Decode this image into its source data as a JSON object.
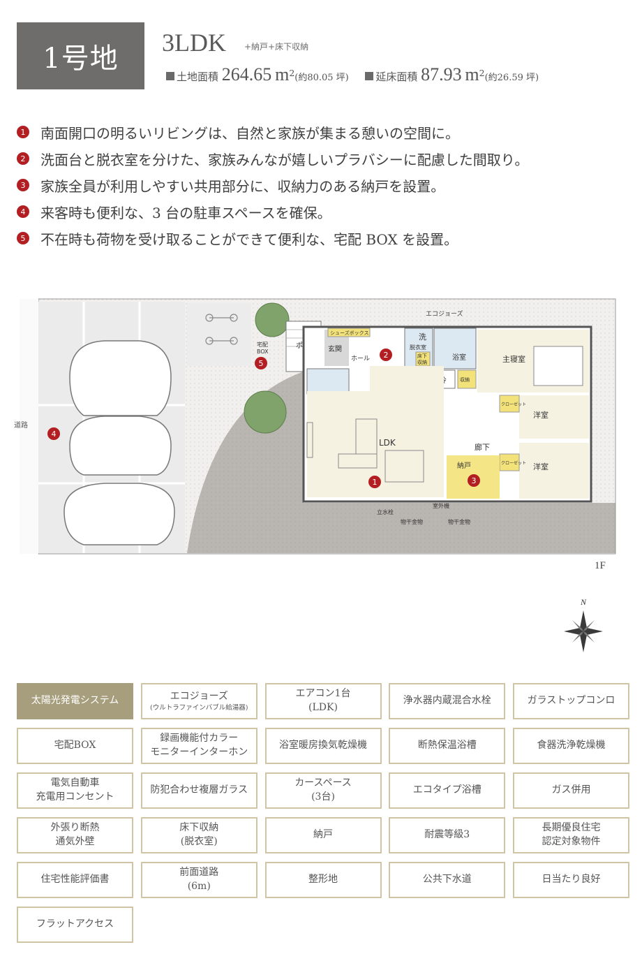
{
  "header": {
    "lot_label": "1号地",
    "layout_type": "3LDK",
    "layout_extra": "+納戸+床下収納",
    "land_label": "土地面積",
    "land_value": "264.65",
    "land_unit": "m",
    "land_sub": "(約80.05 坪)",
    "floor_label": "延床面積",
    "floor_value": "87.93",
    "floor_unit": "m",
    "floor_sub": "(約26.59 坪)",
    "square_super": "2"
  },
  "features": [
    {
      "num": "1",
      "text": "南面開口の明るいリビングは、自然と家族が集まる憩いの空間に。"
    },
    {
      "num": "2",
      "text": "洗面台と脱衣室を分けた、家族みんなが嬉しいプラバシーに配慮した間取り。"
    },
    {
      "num": "3",
      "text": "家族全員が利用しやすい共用部分に、収納力のある納戸を設置。"
    },
    {
      "num": "4",
      "text": "来客時も便利な、3 台の駐車スペースを確保。"
    },
    {
      "num": "5",
      "text": "不在時も荷物を受け取ることができて便利な、宅配 BOX を設置。"
    }
  ],
  "plan": {
    "road": "道路",
    "porch": "ポーチ",
    "entrance": "玄関",
    "hall": "ホール",
    "shoes": "シューズボックス",
    "box": [
      "宅配",
      "BOX"
    ],
    "ecojoze": "エコジョーズ",
    "wash": "洗",
    "dressing": "脱衣室",
    "underfloor": [
      "床下",
      "収納"
    ],
    "bath": "浴室",
    "fridge": "冷",
    "storage_small": "収納",
    "master": "主寝室",
    "closet": "クローゼット",
    "western1": "洋室",
    "western2": "洋室",
    "corridor": "廊下",
    "ldk": "LDK",
    "nando": "納戸",
    "faucet": "立水栓",
    "outdoor_unit": "室外機",
    "dryer1": "物干金物",
    "dryer2": "物干金物",
    "markers": [
      "1",
      "2",
      "3",
      "4",
      "5"
    ],
    "floor": "1F",
    "north": "N"
  },
  "equipment": [
    {
      "label": "太陽光発電システム",
      "on": true
    },
    {
      "label": "エコジョーズ",
      "sub": "(ウルトラファインバブル給湯器)"
    },
    {
      "label": "エアコン1台",
      "label2": "(LDK)"
    },
    {
      "label": "浄水器内蔵混合水栓"
    },
    {
      "label": "ガラストップコンロ"
    },
    {
      "label": "宅配BOX"
    },
    {
      "label": "録画機能付カラー",
      "label2": "モニターインターホン"
    },
    {
      "label": "浴室暖房換気乾燥機"
    },
    {
      "label": "断熱保温浴槽"
    },
    {
      "label": "食器洗浄乾燥機"
    },
    {
      "label": "電気自動車",
      "label2": "充電用コンセント"
    },
    {
      "label": "防犯合わせ複層ガラス"
    },
    {
      "label": "カースペース",
      "label2": "(3台)"
    },
    {
      "label": "エコタイプ浴槽"
    },
    {
      "label": "ガス併用"
    },
    {
      "label": "外張り断熱",
      "label2": "通気外壁"
    },
    {
      "label": "床下収納",
      "label2": "(脱衣室)"
    },
    {
      "label": "納戸"
    },
    {
      "label": "耐震等級3"
    },
    {
      "label": "長期優良住宅",
      "label2": "認定対象物件"
    },
    {
      "label": "住宅性能評価書"
    },
    {
      "label": "前面道路",
      "label2": "(6m)"
    },
    {
      "label": "整形地"
    },
    {
      "label": "公共下水道"
    },
    {
      "label": "日当たり良好"
    },
    {
      "label": "フラットアクセス"
    }
  ],
  "colors": {
    "badge": "#6f6d6b",
    "marker": "#b31e22",
    "equip_border": "#cfc4a3",
    "equip_active": "#a79e7d",
    "floor": "#f6f2e2",
    "yard": "#f1f0ee"
  }
}
